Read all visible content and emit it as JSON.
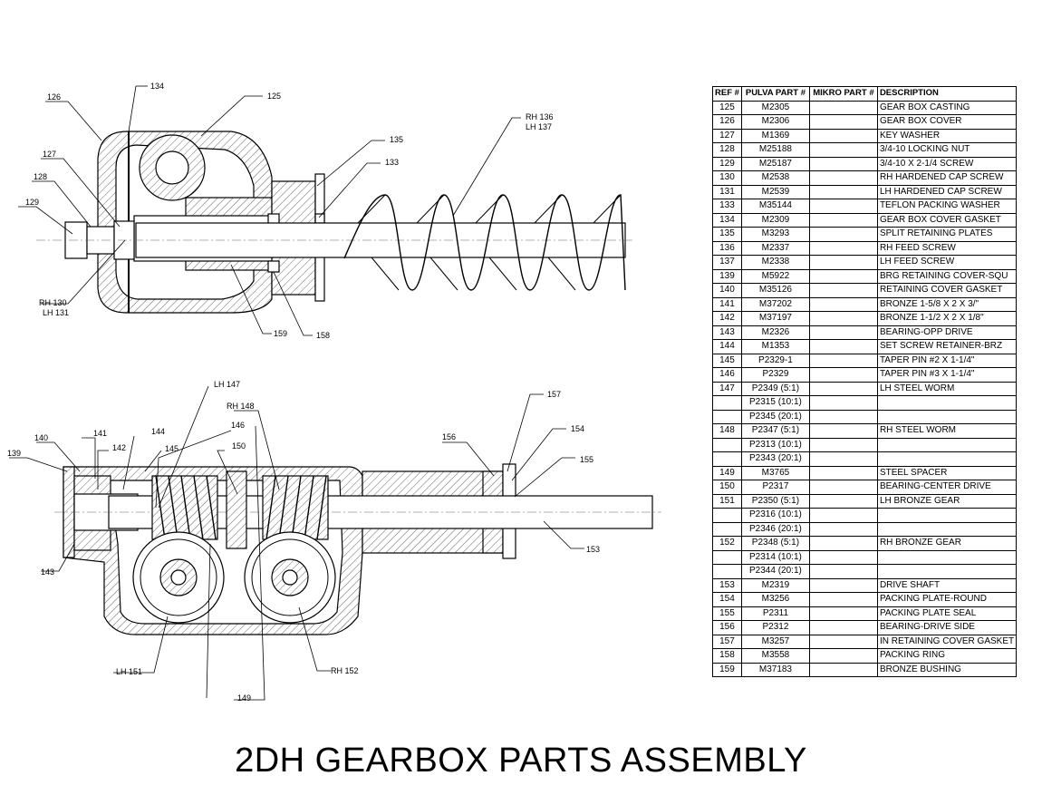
{
  "title": "2DH GEARBOX PARTS ASSEMBLY",
  "table": {
    "headers": [
      "REF #",
      "PULVA PART #",
      "MIKRO PART #",
      "DESCRIPTION"
    ],
    "rows": [
      [
        "125",
        "M2305",
        "",
        "GEAR BOX CASTING"
      ],
      [
        "126",
        "M2306",
        "",
        "GEAR BOX COVER"
      ],
      [
        "127",
        "M1369",
        "",
        "KEY WASHER"
      ],
      [
        "128",
        "M25188",
        "",
        "3/4-10 LOCKING NUT"
      ],
      [
        "129",
        "M25187",
        "",
        "3/4-10 X 2-1/4 SCREW"
      ],
      [
        "130",
        "M2538",
        "",
        "RH HARDENED CAP SCREW"
      ],
      [
        "131",
        "M2539",
        "",
        "LH HARDENED CAP SCREW"
      ],
      [
        "133",
        "M35144",
        "",
        "TEFLON PACKING WASHER"
      ],
      [
        "134",
        "M2309",
        "",
        "GEAR BOX COVER GASKET"
      ],
      [
        "135",
        "M3293",
        "",
        "SPLIT RETAINING PLATES"
      ],
      [
        "136",
        "M2337",
        "",
        "RH FEED SCREW"
      ],
      [
        "137",
        "M2338",
        "",
        "LH FEED SCREW"
      ],
      [
        "139",
        "M5922",
        "",
        "BRG RETAINING COVER-SQU"
      ],
      [
        "140",
        "M35126",
        "",
        "RETAINING COVER GASKET"
      ],
      [
        "141",
        "M37202",
        "",
        "BRONZE 1-5/8 X 2 X 3/\""
      ],
      [
        "142",
        "M37197",
        "",
        "BRONZE 1-1/2 X 2 X 1/8\""
      ],
      [
        "143",
        "M2326",
        "",
        "BEARING-OPP DRIVE"
      ],
      [
        "144",
        "M1353",
        "",
        "SET SCREW RETAINER-BRZ"
      ],
      [
        "145",
        "P2329-1",
        "",
        "TAPER PIN #2 X 1-1/4\""
      ],
      [
        "146",
        "P2329",
        "",
        "TAPER PIN #3 X 1-1/4\""
      ],
      [
        "147",
        "P2349 (5:1)",
        "",
        "LH STEEL WORM"
      ],
      [
        "",
        "P2315 (10:1)",
        "",
        ""
      ],
      [
        "",
        "P2345 (20:1)",
        "",
        ""
      ],
      [
        "148",
        "P2347 (5:1)",
        "",
        "RH STEEL WORM"
      ],
      [
        "",
        "P2313 (10:1)",
        "",
        ""
      ],
      [
        "",
        "P2343 (20:1)",
        "",
        ""
      ],
      [
        "149",
        "M3765",
        "",
        "STEEL SPACER"
      ],
      [
        "150",
        "P2317",
        "",
        "BEARING-CENTER DRIVE"
      ],
      [
        "151",
        "P2350 (5:1)",
        "",
        "LH BRONZE GEAR"
      ],
      [
        "",
        "P2316 (10:1)",
        "",
        ""
      ],
      [
        "",
        "P2346 (20:1)",
        "",
        ""
      ],
      [
        "152",
        "P2348 (5:1)",
        "",
        "RH BRONZE GEAR"
      ],
      [
        "",
        "P2314 (10:1)",
        "",
        ""
      ],
      [
        "",
        "P2344 (20:1)",
        "",
        ""
      ],
      [
        "153",
        "M2319",
        "",
        "DRIVE SHAFT"
      ],
      [
        "154",
        "M3256",
        "",
        "PACKING PLATE-ROUND"
      ],
      [
        "155",
        "P2311",
        "",
        "PACKING PLATE SEAL"
      ],
      [
        "156",
        "P2312",
        "",
        "BEARING-DRIVE SIDE"
      ],
      [
        "157",
        "M3257",
        "",
        "IN RETAINING COVER GASKET"
      ],
      [
        "158",
        "M3558",
        "",
        "PACKING RING"
      ],
      [
        "159",
        "M37183",
        "",
        "BRONZE BUSHING"
      ]
    ]
  },
  "callouts": {
    "c125": "125",
    "c126": "126",
    "c127": "127",
    "c128": "128",
    "c129": "129",
    "c130": "RH 130",
    "c131": "LH 131",
    "c133": "133",
    "c134": "134",
    "c135": "135",
    "c136": "RH 136",
    "c137": "LH 137",
    "c158": "158",
    "c159": "159",
    "c139": "139",
    "c140": "140",
    "c141": "141",
    "c142": "142",
    "c143": "143",
    "c144": "144",
    "c145": "145",
    "c146": "146",
    "c147": "LH 147",
    "c148": "RH 148",
    "c149": "149",
    "c150": "150",
    "c151": "LH 151",
    "c152": "RH 152",
    "c153": "153",
    "c154": "154",
    "c155": "155",
    "c156": "156",
    "c157": "157"
  }
}
